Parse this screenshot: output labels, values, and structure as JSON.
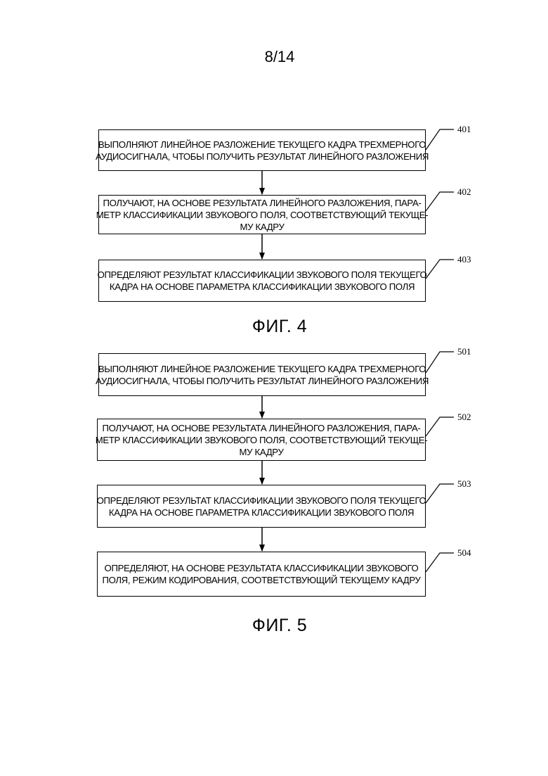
{
  "page_number": "8/14",
  "figures": [
    {
      "caption": "ФИГ. 4",
      "steps": [
        {
          "ref": "401",
          "lines": [
            "ВЫПОЛНЯЮТ ЛИНЕЙНОЕ РАЗЛОЖЕНИЕ ТЕКУЩЕГО КАДРА ТРЕХМЕРНОГО",
            "АУДИОСИГНАЛА, ЧТОБЫ ПОЛУЧИТЬ РЕЗУЛЬТАТ ЛИНЕЙНОГО РАЗЛОЖЕНИЯ"
          ]
        },
        {
          "ref": "402",
          "lines": [
            "ПОЛУЧАЮТ, НА ОСНОВЕ РЕЗУЛЬТАТА ЛИНЕЙНОГО РАЗЛОЖЕНИЯ, ПАРА-",
            "МЕТР КЛАССИФИКАЦИИ ЗВУКОВОГО ПОЛЯ, СООТВЕТСТВУЮЩИЙ ТЕКУЩЕ-",
            "МУ КАДРУ"
          ]
        },
        {
          "ref": "403",
          "lines": [
            "ОПРЕДЕЛЯЮТ РЕЗУЛЬТАТ КЛАССИФИКАЦИИ ЗВУКОВОГО ПОЛЯ ТЕКУЩЕГО",
            "КАДРА НА ОСНОВЕ ПАРАМЕТРА КЛАССИФИКАЦИИ ЗВУКОВОГО ПОЛЯ"
          ]
        }
      ]
    },
    {
      "caption": "ФИГ. 5",
      "steps": [
        {
          "ref": "501",
          "lines": [
            "ВЫПОЛНЯЮТ ЛИНЕЙНОЕ РАЗЛОЖЕНИЕ ТЕКУЩЕГО КАДРА ТРЕХМЕРНОГО",
            "АУДИОСИГНАЛА, ЧТОБЫ ПОЛУЧИТЬ РЕЗУЛЬТАТ ЛИНЕЙНОГО РАЗЛОЖЕНИЯ"
          ]
        },
        {
          "ref": "502",
          "lines": [
            "ПОЛУЧАЮТ, НА ОСНОВЕ РЕЗУЛЬТАТА ЛИНЕЙНОГО РАЗЛОЖЕНИЯ, ПАРА-",
            "МЕТР КЛАССИФИКАЦИИ ЗВУКОВОГО ПОЛЯ, СООТВЕТСТВУЮЩИЙ ТЕКУЩЕ-",
            "МУ КАДРУ"
          ]
        },
        {
          "ref": "503",
          "lines": [
            "ОПРЕДЕЛЯЮТ РЕЗУЛЬТАТ КЛАССИФИКАЦИИ ЗВУКОВОГО ПОЛЯ ТЕКУЩЕГО",
            "КАДРА НА ОСНОВЕ ПАРАМЕТРА КЛАССИФИКАЦИИ ЗВУКОВОГО ПОЛЯ"
          ]
        },
        {
          "ref": "504",
          "lines": [
            "ОПРЕДЕЛЯЮТ, НА ОСНОВЕ РЕЗУЛЬТАТА КЛАССИФИКАЦИИ ЗВУКОВОГО",
            "ПОЛЯ, РЕЖИМ КОДИРОВАНИЯ, СООТВЕТСТВУЮЩИЙ ТЕКУЩЕМУ КАДРУ"
          ]
        }
      ]
    }
  ]
}
